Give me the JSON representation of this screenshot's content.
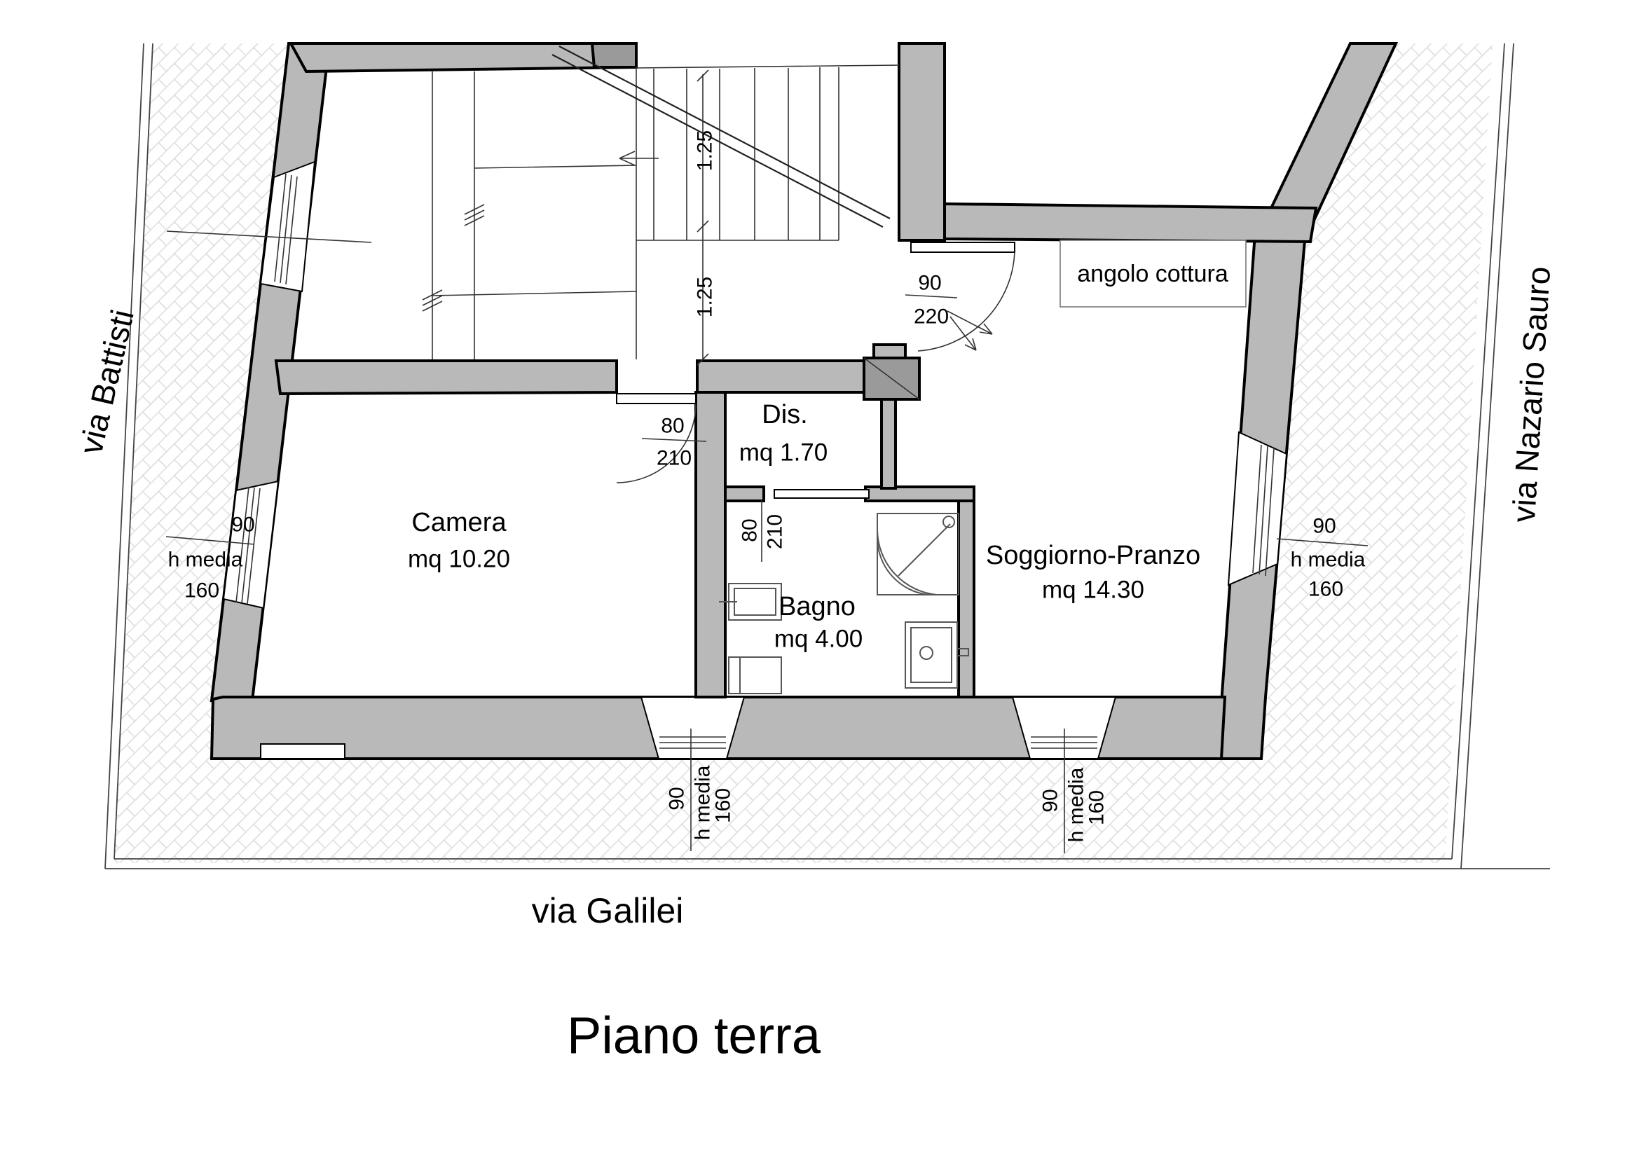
{
  "title": "Piano terra",
  "streets": {
    "left": "via Battisti",
    "right": "via Nazario Sauro",
    "bottom": "via Galilei"
  },
  "rooms": {
    "camera": {
      "name": "Camera",
      "area": "mq 10.20"
    },
    "bagno": {
      "name": "Bagno",
      "area": "mq 4.00"
    },
    "dis": {
      "name": "Dis.",
      "area": "mq 1.70"
    },
    "soggiorno": {
      "name": "Soggiorno-Pranzo",
      "area": "mq 14.30"
    },
    "angolo_cottura": {
      "name": "angolo cottura"
    }
  },
  "doors": {
    "camera": {
      "width": "80",
      "height": "210"
    },
    "bagno": {
      "width": "80",
      "height": "210"
    },
    "entrance": {
      "width": "90",
      "height": "220"
    }
  },
  "windows": {
    "left": {
      "width": "90",
      "label": "h media",
      "height": "160"
    },
    "right": {
      "width": "90",
      "label": "h media",
      "height": "160"
    },
    "bottom_left": {
      "width": "90",
      "label": "h media",
      "height": "160"
    },
    "bottom_right": {
      "width": "90",
      "label": "h media",
      "height": "160"
    }
  },
  "stairs": {
    "flight_width_1": "1.25",
    "flight_width_2": "1.25"
  },
  "colors": {
    "wall": "#b9b9b9",
    "pier": "#9a9a9a",
    "outline": "#000000",
    "hatch": "#dedede"
  }
}
